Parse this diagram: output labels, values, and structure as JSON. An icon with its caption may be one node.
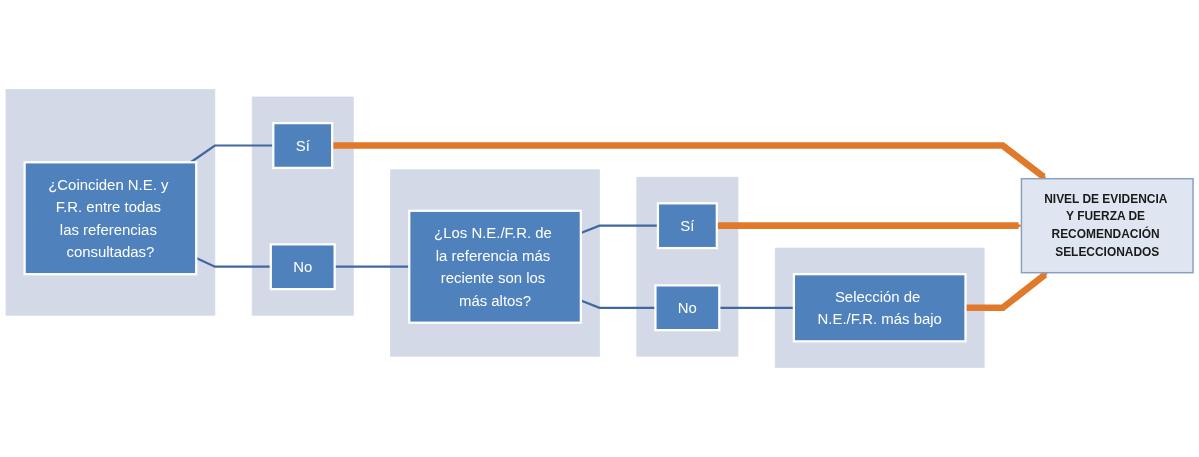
{
  "diagram": {
    "nodes": [
      {
        "text": [],
        "shape": "box"
      },
      {
        "text": [
          "¿Coinciden N.E. y F.R. entre todas las referencias consultadas?"
        ],
        "in": 0
      },
      {
        "text": [],
        "shape": "box"
      },
      {
        "text": [
          "No"
        ],
        "in": 2
      },
      {
        "text": [
          "Sí"
        ],
        "in": 2
      },
      {
        "text": [],
        "shape": "box"
      },
      {
        "text": [
          "¿Los N.E./F.R. de la referencia más reciente son los más altos?"
        ],
        "in": 5
      },
      {
        "text": [],
        "shape": "box"
      },
      {
        "text": [
          "No"
        ],
        "in": 7
      },
      {
        "text": [
          "Sí"
        ],
        "in": 7
      },
      {
        "text": [],
        "shape": "box"
      },
      {
        "text": [
          "Selección de N.E./F.R. más bajo"
        ],
        "in": 10
      },
      {
        "text": [
          "NIVEL DE EVIDENCIA Y FUERZA DE RECOMENDACIÓN SELECCIONADOS"
        ]
      }
    ],
    "edges": [
      {
        "from": 1,
        "to": 3,
        "arrow": "none"
      },
      {
        "from": 1,
        "to": 4,
        "arrow": "none"
      },
      {
        "from": 3,
        "to": 6,
        "arrow": "none"
      },
      {
        "from": 6,
        "to": 8,
        "arrow": "none"
      },
      {
        "from": 6,
        "to": 9,
        "arrow": "none"
      },
      {
        "from": 8,
        "to": 11,
        "arrow": "none"
      },
      {
        "from": 4,
        "to": 12,
        "arrow": "to",
        "style": "thick",
        "color": "#e07a2a"
      },
      {
        "from": 9,
        "to": 12,
        "arrow": "to",
        "style": "thick",
        "color": "#e07a2a"
      },
      {
        "from": 11,
        "to": 12,
        "arrow": "to",
        "style": "thick",
        "color": "#e07a2a"
      }
    ]
  }
}
